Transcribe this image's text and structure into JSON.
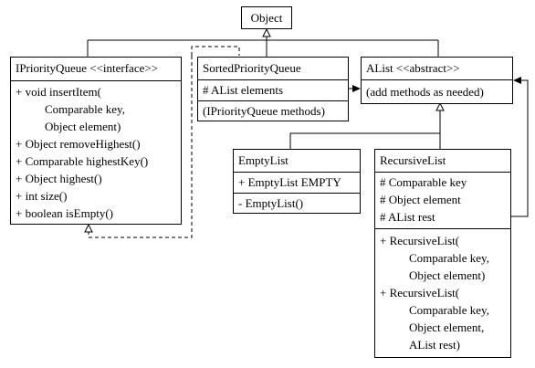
{
  "object": {
    "name": "Object"
  },
  "ipq": {
    "name": "IPriorityQueue <<interface>>",
    "ops": [
      "+ void insertItem(",
      "Comparable key,",
      "Object element)",
      "+ Object removeHighest()",
      "+ Comparable highestKey()",
      "+ Object highest()",
      "+ int size()",
      "+ boolean isEmpty()"
    ]
  },
  "spq": {
    "name": "SortedPriorityQueue",
    "attrs": [
      "# AList elements"
    ],
    "ops": [
      "(IPriorityQueue methods)"
    ]
  },
  "alist": {
    "name": "AList <<abstract>>",
    "ops": [
      "(add methods as needed)"
    ]
  },
  "empty": {
    "name": "EmptyList",
    "attrs": [
      "+ EmptyList EMPTY"
    ],
    "ops": [
      "- EmptyList()"
    ]
  },
  "rec": {
    "name": "RecursiveList",
    "attrs": [
      "# Comparable key",
      "# Object element",
      "# AList rest"
    ],
    "ops": [
      "+ RecursiveList(",
      "Comparable key,",
      "Object element)",
      "+ RecursiveList(",
      "Comparable key,",
      "Object element,",
      "AList rest)"
    ]
  }
}
